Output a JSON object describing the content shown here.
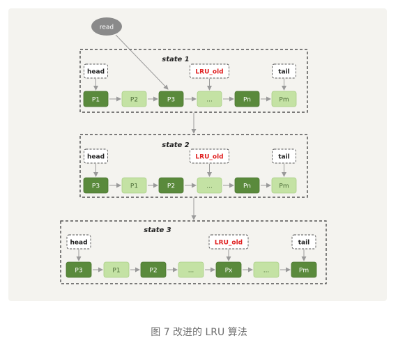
{
  "caption": "图 7 改进的 LRU 算法",
  "read_label": "read",
  "colors": {
    "dark_node": "#5a8a3c",
    "light_node": "#c4e2a4",
    "old_label": "#e02020",
    "panel_bg": "#f4f3ef"
  },
  "states": [
    {
      "title": "state 1",
      "nodes": [
        {
          "label": "P1",
          "tone": "dark"
        },
        {
          "label": "P2",
          "tone": "light"
        },
        {
          "label": "P3",
          "tone": "dark"
        },
        {
          "label": "...",
          "tone": "light"
        },
        {
          "label": "Pn",
          "tone": "dark"
        },
        {
          "label": "Pm",
          "tone": "light"
        }
      ],
      "pointers": [
        {
          "label": "head",
          "node": 0,
          "style": "normal"
        },
        {
          "label": "LRU_old",
          "node": 3,
          "style": "old"
        },
        {
          "label": "tail",
          "node": 5,
          "style": "normal"
        }
      ]
    },
    {
      "title": "state 2",
      "nodes": [
        {
          "label": "P3",
          "tone": "dark"
        },
        {
          "label": "P1",
          "tone": "light"
        },
        {
          "label": "P2",
          "tone": "dark"
        },
        {
          "label": "...",
          "tone": "light"
        },
        {
          "label": "Pn",
          "tone": "dark"
        },
        {
          "label": "Pm",
          "tone": "light"
        }
      ],
      "pointers": [
        {
          "label": "head",
          "node": 0,
          "style": "normal"
        },
        {
          "label": "LRU_old",
          "node": 3,
          "style": "old"
        },
        {
          "label": "tail",
          "node": 5,
          "style": "normal"
        }
      ]
    },
    {
      "title": "state 3",
      "nodes": [
        {
          "label": "P3",
          "tone": "dark"
        },
        {
          "label": "P1",
          "tone": "light"
        },
        {
          "label": "P2",
          "tone": "dark"
        },
        {
          "label": "...",
          "tone": "light"
        },
        {
          "label": "Px",
          "tone": "dark"
        },
        {
          "label": "...",
          "tone": "light"
        },
        {
          "label": "Pm",
          "tone": "dark"
        }
      ],
      "pointers": [
        {
          "label": "head",
          "node": 0,
          "style": "normal"
        },
        {
          "label": "LRU_old",
          "node": 4,
          "style": "old"
        },
        {
          "label": "tail",
          "node": 6,
          "style": "normal"
        }
      ]
    }
  ]
}
